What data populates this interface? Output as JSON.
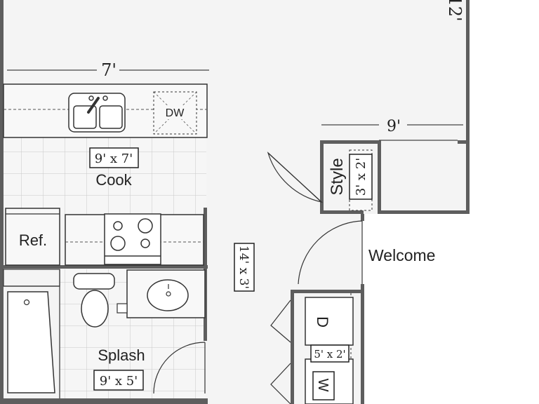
{
  "plan": {
    "dimensions": {
      "top_right": "12'",
      "kitchen_width": "7'",
      "closet_width": "9'"
    },
    "rooms": {
      "cook": {
        "label": "Cook",
        "size": "9' x 7'"
      },
      "splash": {
        "label": "Splash",
        "size": "9' x 5'"
      },
      "style": {
        "label": "Style",
        "size": "3' x 2'"
      },
      "hall": {
        "size": "14' x 3'"
      },
      "laundry": {
        "size": "5' x 2'"
      }
    },
    "fixtures": {
      "dishwasher": "DW",
      "refrigerator": "Ref.",
      "dryer": "D",
      "washer": "W"
    },
    "entry": "Welcome"
  }
}
